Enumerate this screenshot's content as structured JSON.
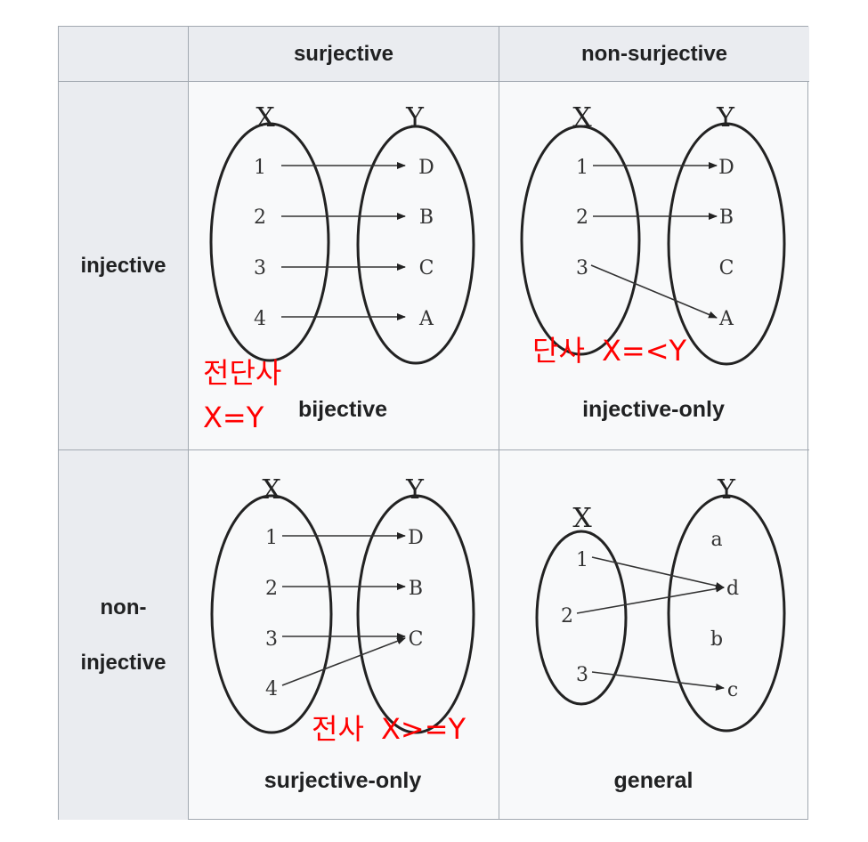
{
  "table": {
    "col_headers": [
      "surjective",
      "non-surjective"
    ],
    "row_headers": [
      "injective",
      "non-\ninjective"
    ]
  },
  "diagrams": {
    "bijective": {
      "x_label": "X",
      "y_label": "Y",
      "domain": [
        "1",
        "2",
        "3",
        "4"
      ],
      "codomain": [
        "D",
        "B",
        "C",
        "A"
      ],
      "caption": "bijective",
      "mapping": [
        [
          "1",
          "D"
        ],
        [
          "2",
          "B"
        ],
        [
          "3",
          "C"
        ],
        [
          "4",
          "A"
        ]
      ]
    },
    "injective_only": {
      "x_label": "X",
      "y_label": "Y",
      "domain": [
        "1",
        "2",
        "3"
      ],
      "codomain": [
        "D",
        "B",
        "C",
        "A"
      ],
      "caption": "injective-only",
      "mapping": [
        [
          "1",
          "D"
        ],
        [
          "2",
          "B"
        ],
        [
          "3",
          "A"
        ]
      ]
    },
    "surjective_only": {
      "x_label": "X",
      "y_label": "Y",
      "domain": [
        "1",
        "2",
        "3",
        "4"
      ],
      "codomain": [
        "D",
        "B",
        "C"
      ],
      "caption": "surjective-only",
      "mapping": [
        [
          "1",
          "D"
        ],
        [
          "2",
          "B"
        ],
        [
          "3",
          "C"
        ],
        [
          "4",
          "C"
        ]
      ]
    },
    "general": {
      "x_label": "X",
      "y_label": "Y",
      "domain": [
        "1",
        "2",
        "3"
      ],
      "codomain": [
        "a",
        "d",
        "b",
        "c"
      ],
      "caption": "general",
      "mapping": [
        [
          "1",
          "d"
        ],
        [
          "2",
          "d"
        ],
        [
          "3",
          "c"
        ]
      ]
    }
  },
  "annotations": {
    "bijective": {
      "korean": "전단사",
      "relation": "X=Y"
    },
    "injective_only": {
      "korean": "단사",
      "relation": "X=<Y"
    },
    "surjective_only": {
      "korean": "전사",
      "relation": "X>=Y"
    }
  },
  "colors": {
    "annotation": "#ff0000",
    "header_bg": "#eaecf0",
    "cell_bg": "#f8f9fa",
    "border": "#a2a9b1"
  }
}
